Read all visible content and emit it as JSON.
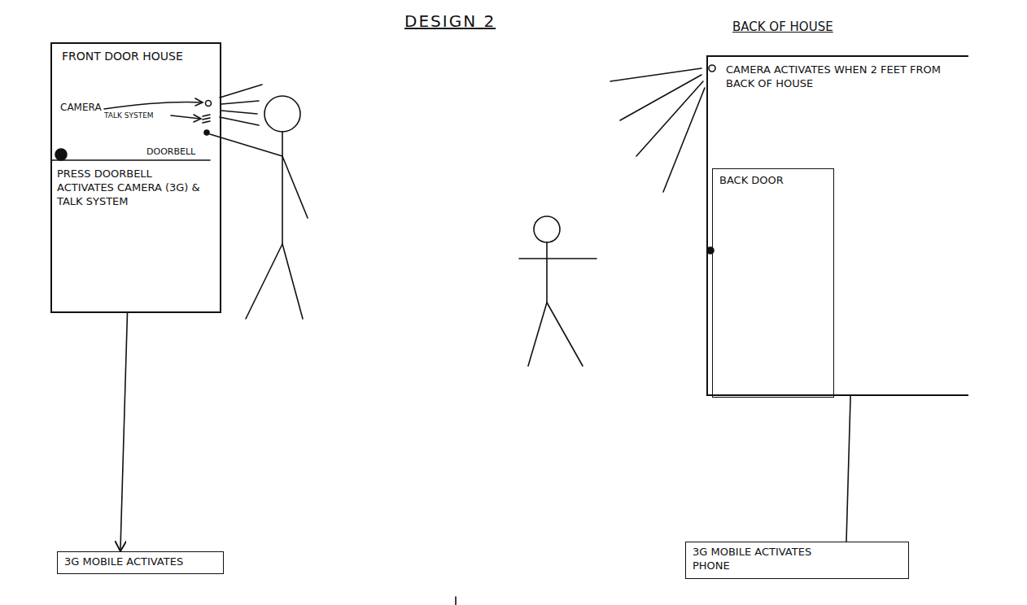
{
  "diagram": {
    "title": "DESIGN 2",
    "nodes": [
      {
        "text": [
          "FRONT DOOR HOUSE",
          "PRESS DOORBELL ACTIVATES CAMERA (3G) & TALK SYSTEM"
        ]
      },
      {
        "text": [
          "3G MOBILE ACTIVATES"
        ]
      },
      {
        "text": [
          "BACK OF HOUSE",
          "CAMERA ACTIVATES WHEN 2 FEET FROM BACK OF HOUSE"
        ]
      },
      {
        "text": [
          "BACK DOOR"
        ],
        "in": 2
      },
      {
        "text": [
          "3G MOBILE ACTIVATES PHONE"
        ]
      }
    ],
    "edges": [
      {
        "from": 0,
        "to": 1,
        "arrow": "to"
      },
      {
        "from": 2,
        "to": 4,
        "arrow": "none"
      }
    ],
    "labels": [
      "CAMERA",
      "TALK SYSTEM",
      "DOORBELL"
    ]
  }
}
